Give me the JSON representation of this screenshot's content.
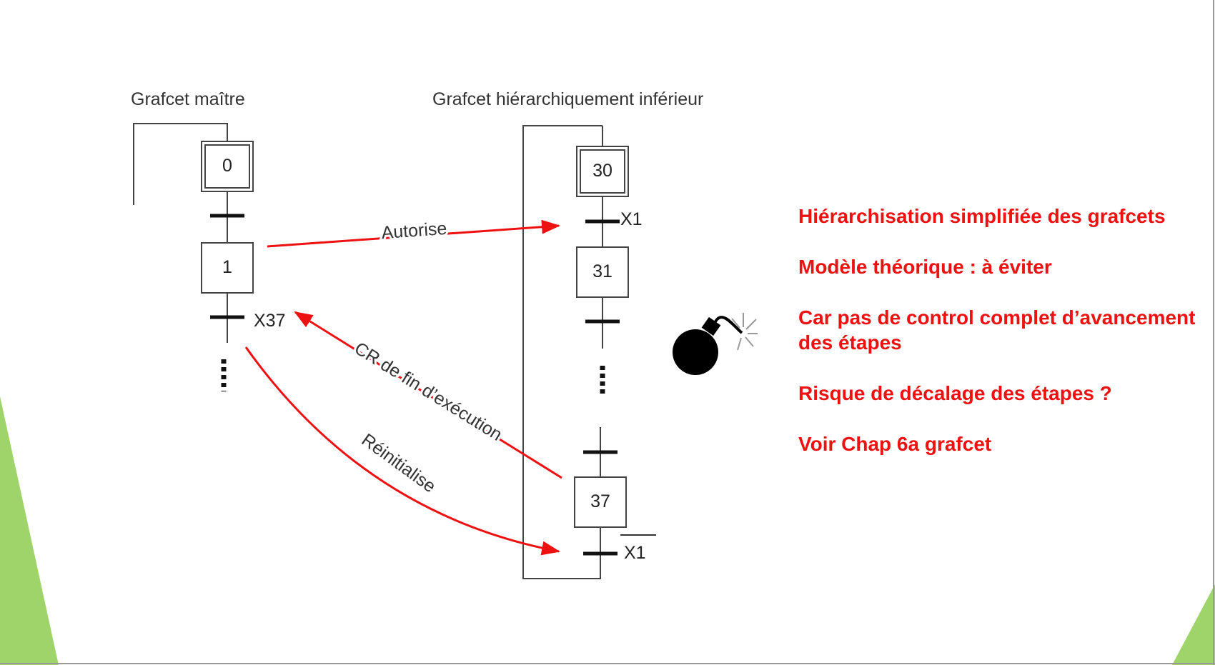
{
  "diagram": {
    "master_title": "Grafcet maître",
    "sub_title": "Grafcet hiérarchiquement inférieur",
    "master_steps": [
      "0",
      "1"
    ],
    "sub_steps": [
      "30",
      "31",
      "37"
    ],
    "conditions": {
      "master_x37": "X37",
      "sub_x1_top": "X1",
      "sub_x1_bottom": "X1"
    },
    "arrows": {
      "autorise": "Autorise",
      "cr_fin": "CR de fin d’exécution",
      "reinit": "Réinitialise"
    }
  },
  "notes": [
    "Hiérarchisation simplifiée des grafcets",
    "Modèle théorique : à éviter",
    "Car pas de control complet d’avancement des étapes",
    "Risque de décalage des étapes ?",
    "Voir Chap 6a grafcet"
  ],
  "colors": {
    "accent_green": "#9ed46a",
    "note_red": "#ee1111",
    "arrow_red": "#ee1111",
    "frame_gray": "#888888"
  },
  "icons": [
    "bomb-icon"
  ]
}
